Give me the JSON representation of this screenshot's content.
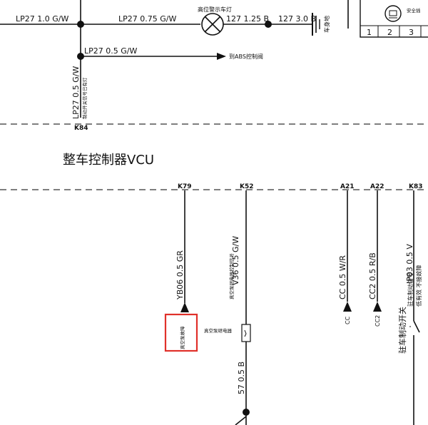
{
  "top": {
    "lp27_1_0": "LP27 1.0 G/W",
    "lp27_0_75": "LP27 0.75 G/W",
    "lamp_title": "高位警示车灯",
    "wire_127_125": "127 1.25 B",
    "wire_127_30": "127 3.0 B",
    "ground_label": "车身地",
    "lp27_05": "LP27 0.5 G/W",
    "abs_label": "到ABS控制阀",
    "vertical_wire": "LP27 0.5 G/W",
    "vertical_desc": "制动开关信号已有灯",
    "connector_k84": "K84",
    "box_label": "安全插",
    "box_pins": [
      "1",
      "2",
      "3"
    ]
  },
  "vcu": {
    "title": "整车控制器VCU",
    "connectors": [
      "K79",
      "K52",
      "A21",
      "A22",
      "K83"
    ],
    "k79_wire": "YB06 0.5 GR",
    "k79_desc": "真空泵故障",
    "k52_wire": "V36 0.5 G/W",
    "k52_desc": "真空泵继电器控制信号",
    "relay_desc": "真空泵继电器",
    "k52_lower_wire": "57 0.5 B",
    "a21_wire": "CC 0.5 W/R",
    "a21_desc": "CC",
    "a22_wire": "CC2 0.5 R/B",
    "a22_desc": "CC2",
    "k83_wire": "IP03 0.5 V",
    "k83_desc1": "驻车制动信号",
    "k83_desc2": "低有效 不接故障",
    "switch_label": "驻车制动开关"
  },
  "colors": {
    "highlight": "#e0302a",
    "line": "#111111"
  }
}
